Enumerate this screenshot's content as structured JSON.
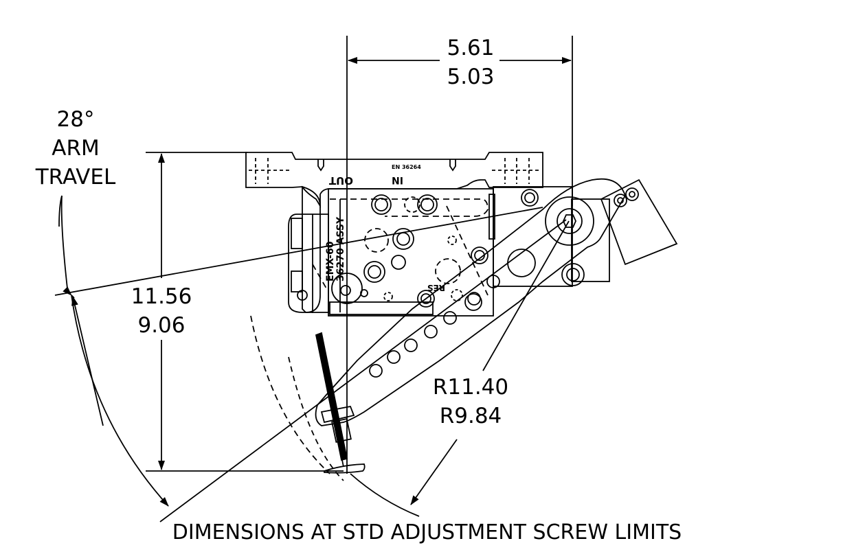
{
  "dimensions": {
    "horizontal": {
      "max": "5.61",
      "min": "5.03"
    },
    "vertical": {
      "max": "11.56",
      "min": "9.06"
    },
    "radius": {
      "max": "R11.40",
      "min": "R9.84"
    },
    "arm_travel": {
      "angle": "28°",
      "line1": "ARM",
      "line2": "TRAVEL"
    }
  },
  "part_markings": {
    "out_port": "OUT",
    "in_port": "IN",
    "res_port": "RES",
    "model": "EMX-60",
    "assembly": "36270 ASSY",
    "plate_number": "EN 36264"
  },
  "caption": "DIMENSIONS AT STD ADJUSTMENT SCREW LIMITS"
}
